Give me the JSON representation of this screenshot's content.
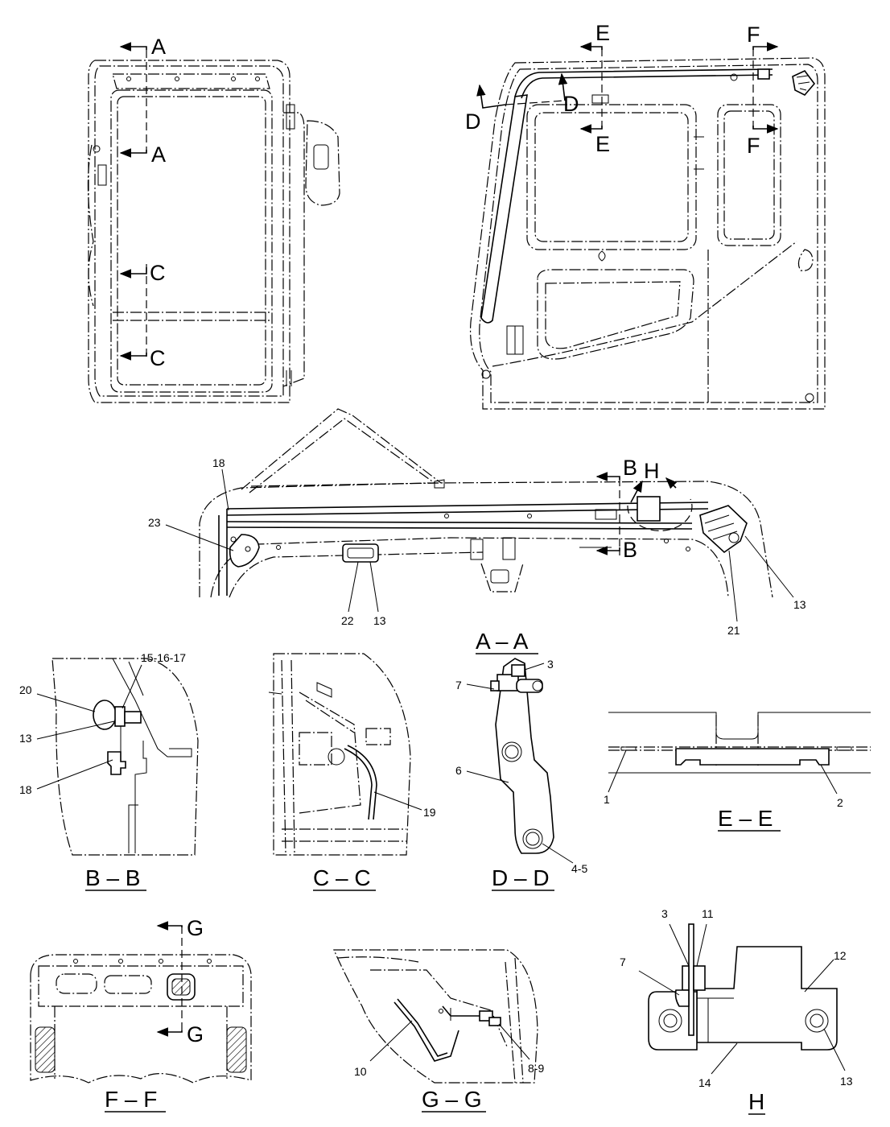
{
  "views": {
    "front_section_marks": [
      "A",
      "A",
      "C",
      "C"
    ],
    "side_section_marks": [
      "E",
      "E",
      "F",
      "F",
      "D",
      "D"
    ],
    "aa": {
      "title": "A – A",
      "section_marks": [
        "B",
        "B",
        "H"
      ],
      "callouts": [
        "18",
        "23",
        "22",
        "13",
        "13",
        "21"
      ]
    },
    "bb": {
      "title": "B – B",
      "callouts": [
        "15-16-17",
        "20",
        "13",
        "18"
      ]
    },
    "cc": {
      "title": "C – C",
      "callouts": [
        "19"
      ]
    },
    "dd": {
      "title": "D – D",
      "callouts": [
        "3",
        "7",
        "6",
        "4-5"
      ]
    },
    "ee": {
      "title": "E – E",
      "callouts": [
        "1",
        "2"
      ]
    },
    "ff": {
      "title": "F – F",
      "section_marks": [
        "G",
        "G"
      ]
    },
    "gg": {
      "title": "G – G",
      "callouts": [
        "10",
        "8-9"
      ]
    },
    "h": {
      "title": "H",
      "callouts": [
        "3",
        "11",
        "7",
        "12",
        "14",
        "13"
      ]
    }
  }
}
